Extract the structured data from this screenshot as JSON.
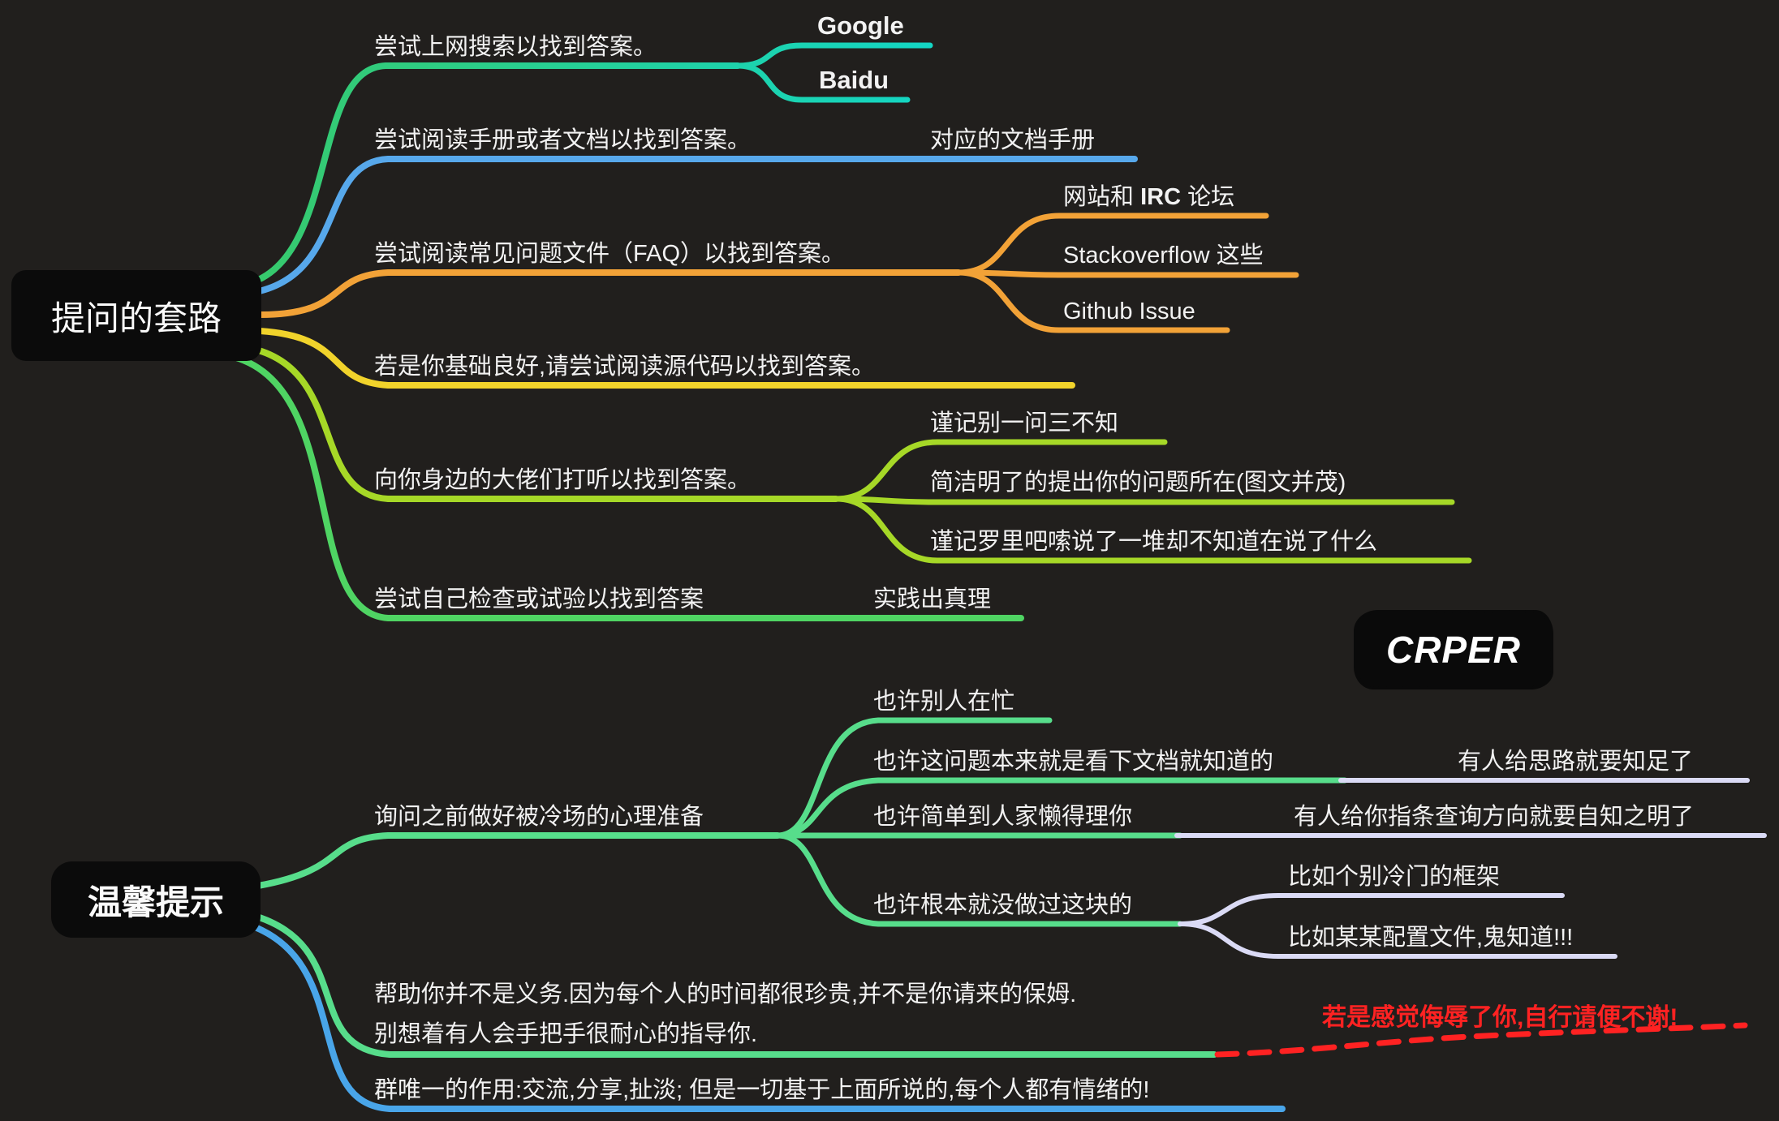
{
  "colors": {
    "background": "#211f1d",
    "teal_start": "#38c96a",
    "teal_end": "#13d6c5",
    "blue": "#57a8eb",
    "orange": "#f2a237",
    "yellow": "#f1d32b",
    "lime": "#a6d827",
    "green": "#4fd463",
    "green2": "#57dd8b",
    "lavender": "#dadaf5",
    "blue2": "#49a5e9",
    "red": "#ff2222",
    "node_bg": "#0b0b0b",
    "text": "#f2f2f2"
  },
  "map1": {
    "root": "提问的套路",
    "search": {
      "label": "尝试上网搜索以找到答案。",
      "children": {
        "google": "Google",
        "baidu": "Baidu"
      }
    },
    "manual": {
      "label": "尝试阅读手册或者文档以找到答案。",
      "doc": "对应的文档手册"
    },
    "faq": {
      "label": "尝试阅读常见问题文件（FAQ）以找到答案。",
      "irc": {
        "pre": "网站和 ",
        "bold": "IRC",
        "post": " 论坛"
      },
      "stackoverflow": "Stackoverflow 这些",
      "github": "Github Issue"
    },
    "source": {
      "label": "若是你基础良好,请尝试阅读源代码以找到答案。"
    },
    "ask_expert": {
      "label": "向你身边的大佬们打听以找到答案。",
      "tips": [
        "谨记别一问三不知",
        "简洁明了的提出你的问题所在(图文并茂)",
        "谨记罗里吧嗦说了一堆却不知道在说了什么"
      ]
    },
    "self_test": {
      "label": "尝试自己检查或试验以找到答案",
      "practice": "实践出真理"
    }
  },
  "watermark": "CRPER",
  "map2": {
    "root": "温馨提示",
    "cold": {
      "label": "询问之前做好被冷场的心理准备",
      "busy": "也许别人在忙",
      "doc_known": "也许这问题本来就是看下文档就知道的",
      "doc_known_note": "有人给思路就要知足了",
      "too_simple": "也许简单到人家懒得理你",
      "too_simple_note": "有人给你指条查询方向就要自知之明了",
      "not_done": "也许根本就没做过这块的",
      "not_done_examples": [
        "比如个别冷门的框架",
        "比如某某配置文件,鬼知道!!!"
      ]
    },
    "not_duty": {
      "line1": "帮助你并不是义务.因为每个人的时间都很珍贵,并不是你请来的保姆.",
      "line2": "别想着有人会手把手很耐心的指导你.",
      "note": "若是感觉侮辱了你,自行请便不谢!"
    },
    "group_role": {
      "label": "群唯一的作用:交流,分享,扯淡; 但是一切基于上面所说的,每个人都有情绪的!"
    }
  }
}
